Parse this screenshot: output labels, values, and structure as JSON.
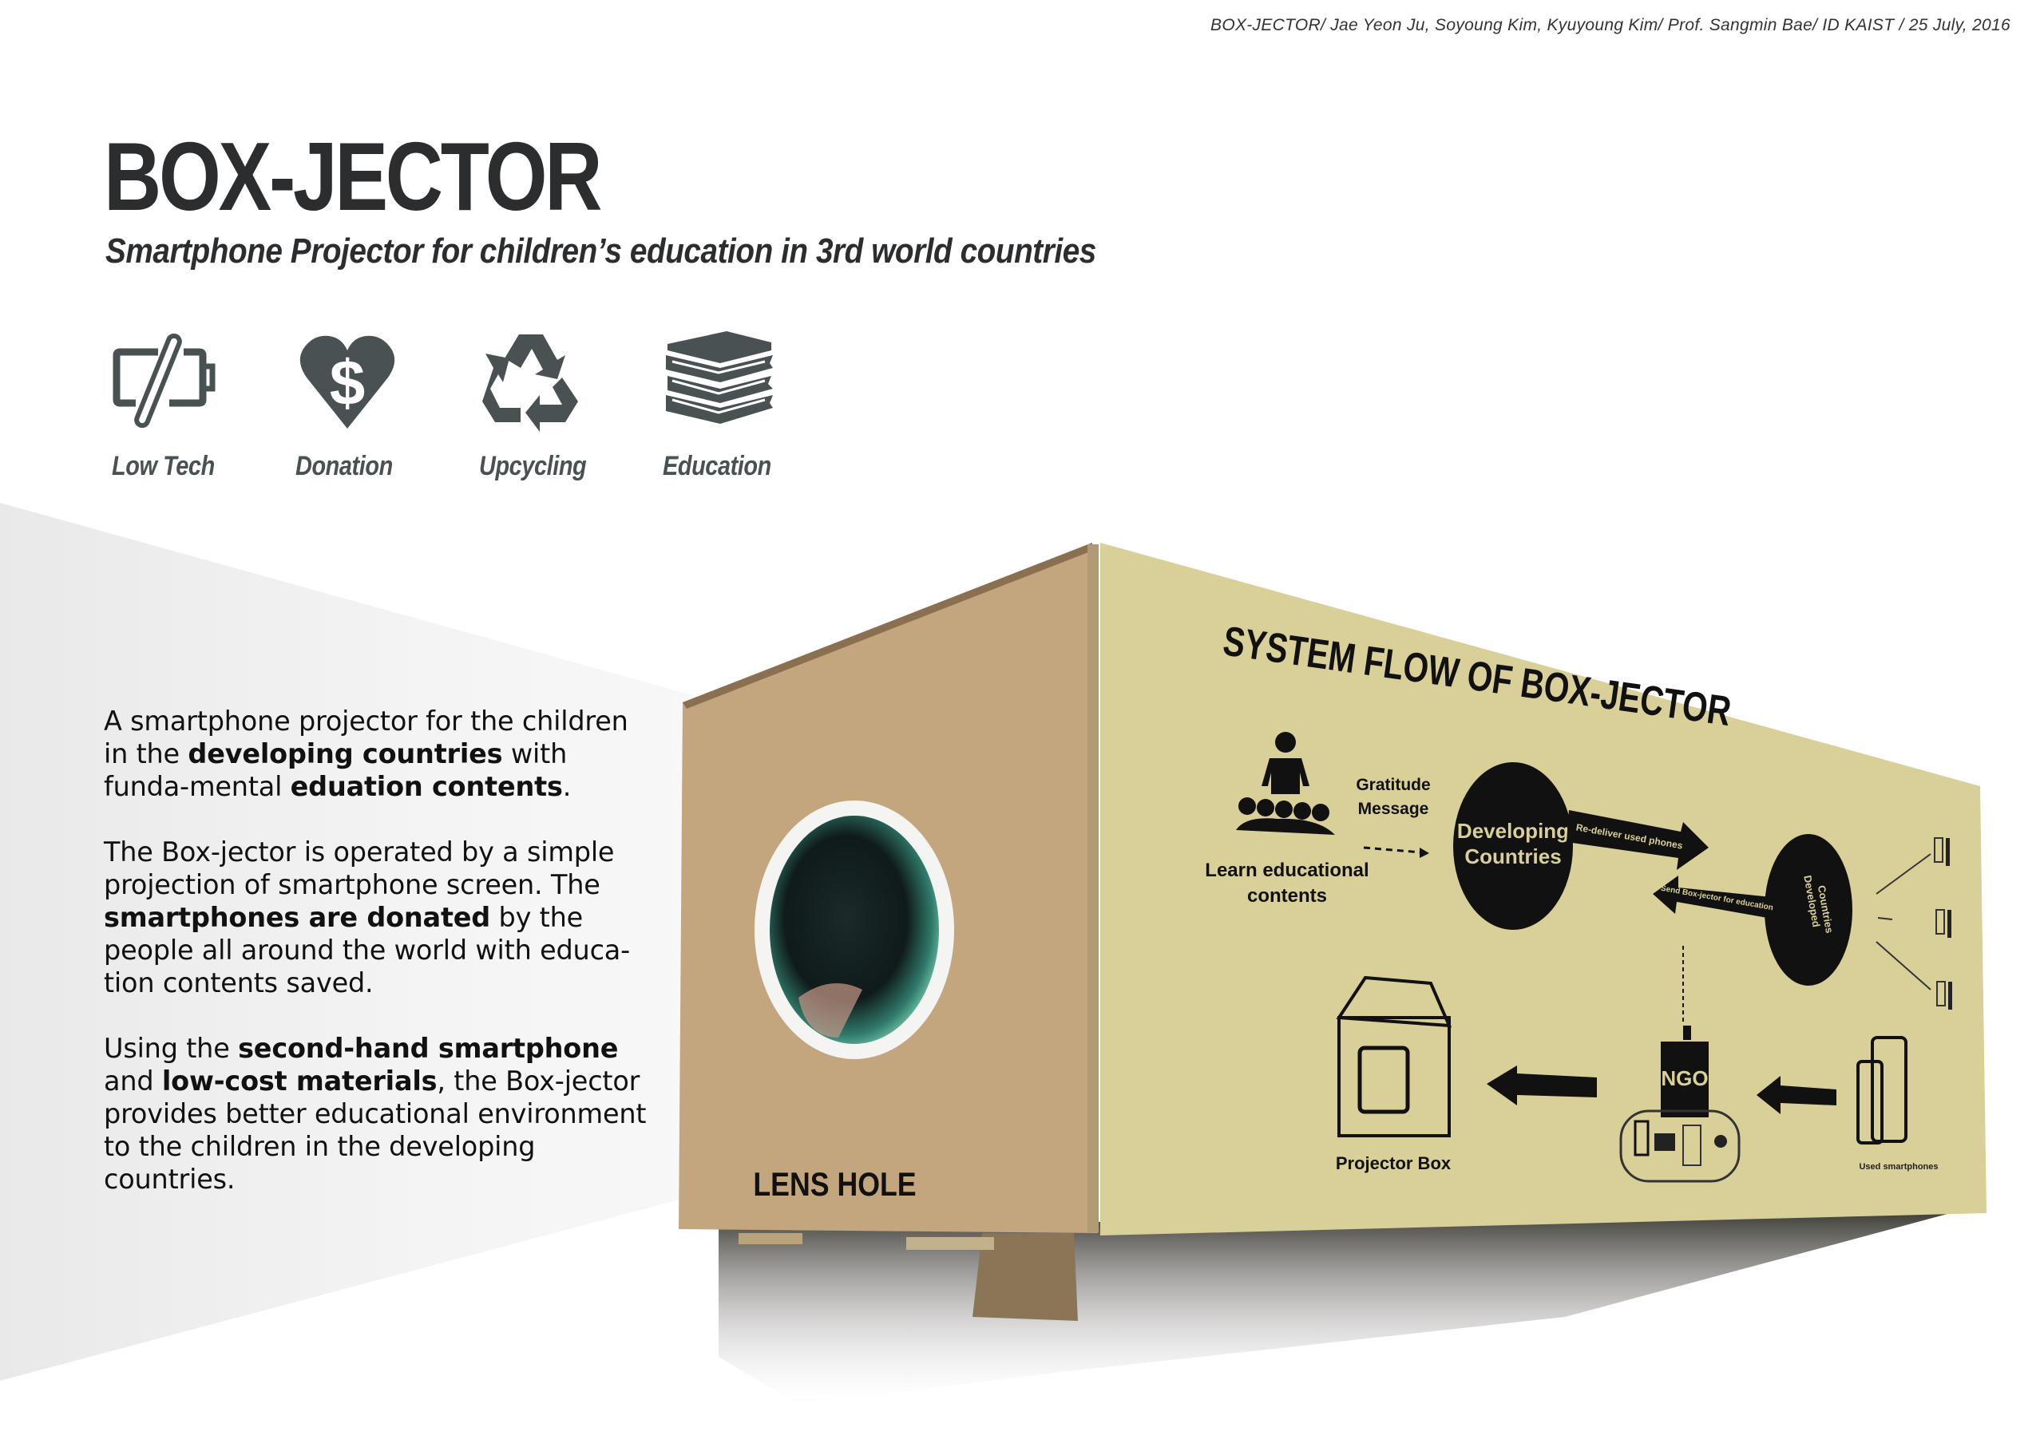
{
  "header": {
    "credit": "BOX-JECTOR/ Jae Yeon Ju, Soyoung Kim, Kyuyoung Kim/ Prof. Sangmin Bae/ ID KAIST / 25 July, 2016",
    "title": "BOX-JECTOR",
    "subtitle": "Smartphone Projector for children’s education in 3rd world countries"
  },
  "features": [
    {
      "label": "Low Tech",
      "icon": "low-battery-icon"
    },
    {
      "label": "Donation",
      "icon": "heart-dollar-icon"
    },
    {
      "label": "Upcycling",
      "icon": "recycle-icon"
    },
    {
      "label": "Education",
      "icon": "books-icon"
    }
  ],
  "description": {
    "p1": {
      "t1": "A smartphone projector for the children in the ",
      "b1": "developing countries",
      "t2": " with funda-mental ",
      "b2": "eduation contents",
      "t3": "."
    },
    "p2": {
      "t1": "The Box-jector is operated by a simple projection of smartphone screen. The ",
      "b1": "smartphones are donated",
      "t2": " by the people all around the world with educa-tion contents saved."
    },
    "p3": {
      "t1": "Using the ",
      "b1": "second-hand smartphone",
      "t2": " and ",
      "b2": "low-cost materials",
      "t3": ", the Box-jector provides better educational environment to the children in the developing countries."
    }
  },
  "box": {
    "lens_label": "LENS HOLE",
    "flow_title": "SYSTEM FLOW OF BOX-JECTOR",
    "learn_label_1": "Learn educational",
    "learn_label_2": "contents",
    "gratitude_1": "Gratitude",
    "gratitude_2": "Message",
    "developing_1": "Developing",
    "developing_2": "Countries",
    "developed_1": "Developed",
    "developed_2": "Countries",
    "redeliver": "Re-deliver used phones",
    "send": "Send Box-jector for education",
    "ngo": "NGO",
    "projector_box": "Projector Box",
    "used_phones": "Used smartphones"
  },
  "colors": {
    "title": "#2b2d2f",
    "icon": "#4a5152",
    "kraft_front": "#c4a67e",
    "kraft_side": "#d9cf98",
    "print": "#111111"
  }
}
